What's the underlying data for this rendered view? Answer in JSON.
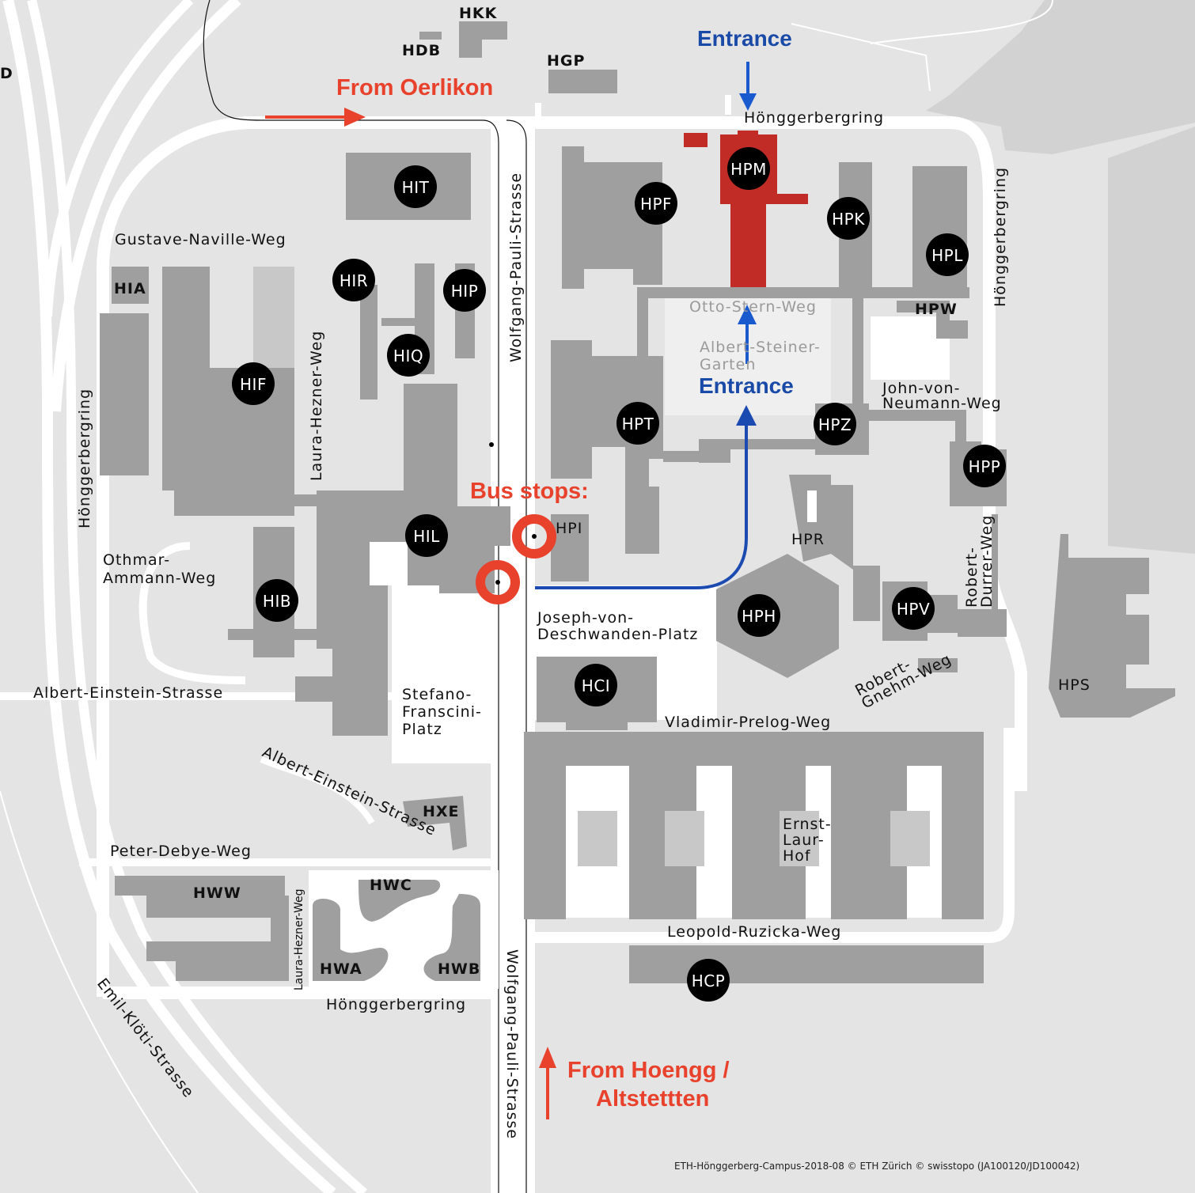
{
  "map_title": "ETH Hönggerberg Campus",
  "colors": {
    "background": "#e4e4e4",
    "building": "#9f9f9f",
    "highlight_building": "#c12d26",
    "road": "#ffffff",
    "annotation_red": "#e8412c",
    "annotation_blue": "#1a4aa8",
    "route_blue": "#1b4ab0",
    "badge": "#000000"
  },
  "annotations": {
    "from_oerlikon": "From Oerlikon",
    "entrance_top": "Entrance",
    "entrance_mid": "Entrance",
    "bus_stops": "Bus stops:",
    "from_hoengg_line1": "From  Hoengg /",
    "from_hoengg_line2": "Altstettten"
  },
  "highlighted_building": "HPM",
  "buildings_badged": [
    {
      "code": "HIT"
    },
    {
      "code": "HPM"
    },
    {
      "code": "HPF"
    },
    {
      "code": "HPK"
    },
    {
      "code": "HPL"
    },
    {
      "code": "HIR"
    },
    {
      "code": "HIP"
    },
    {
      "code": "HIQ"
    },
    {
      "code": "HIF"
    },
    {
      "code": "HPT"
    },
    {
      "code": "HPZ"
    },
    {
      "code": "HPP"
    },
    {
      "code": "HIL"
    },
    {
      "code": "HIB"
    },
    {
      "code": "HPH"
    },
    {
      "code": "HPV"
    },
    {
      "code": "HCI"
    },
    {
      "code": "HCP"
    }
  ],
  "buildings_plain": [
    {
      "code": "HKK"
    },
    {
      "code": "HDB"
    },
    {
      "code": "HGP"
    },
    {
      "code": "HIA"
    },
    {
      "code": "HPW"
    },
    {
      "code": "HPI"
    },
    {
      "code": "HPR"
    },
    {
      "code": "HPS"
    },
    {
      "code": "HXE"
    },
    {
      "code": "HWW"
    },
    {
      "code": "HWC"
    },
    {
      "code": "HWA"
    },
    {
      "code": "HWB"
    },
    {
      "code": "D"
    }
  ],
  "streets": {
    "hoenggerbergring_top": "Hönggerbergring",
    "hoenggerbergring_right": "Hönggerbergring",
    "hoenggerbergring_left": "Hönggerbergring",
    "hoenggerbergring_bottom": "Hönggerbergring",
    "gustave_naville": "Gustave-Naville-Weg",
    "wolfgang_pauli_top": "Wolfgang-Pauli-Strasse",
    "wolfgang_pauli_bottom": "Wolfgang-Pauli-Strasse",
    "laura_hezner_top": "Laura-Hezner-Weg",
    "laura_hezner_bottom": "Laura-Hezner-Weg",
    "otto_stern": "Otto-Stern-Weg",
    "albert_steiner_1": "Albert-Steiner-",
    "albert_steiner_2": "Garten",
    "john_von_neumann_1": "John-von-",
    "john_von_neumann_2": "Neumann-Weg",
    "othmar_ammann_1": "Othmar-",
    "othmar_ammann_2": "Ammann-Weg",
    "joseph_1": "Joseph-von-",
    "joseph_2": "Deschwanden-Platz",
    "robert_durrer_1": "Robert-",
    "robert_durrer_2": "Durrer-Weg",
    "robert_gnehm_1": "Robert-",
    "robert_gnehm_2": "Gnehm-Weg",
    "albert_einstein": "Albert-Einstein-Strasse",
    "albert_einstein_curved": "Albert-Einstein-Strasse",
    "stefano_1": "Stefano-",
    "stefano_2": "Franscini-",
    "stefano_3": "Platz",
    "vladimir_prelog": "Vladimir-Prelog-Weg",
    "ernst_1": "Ernst-",
    "ernst_2": "Laur-",
    "ernst_3": "Hof",
    "peter_debye": "Peter-Debye-Weg",
    "leopold_ruzicka": "Leopold-Ruzicka-Weg",
    "emil_kloeti": "Emil-Klöti-Strasse"
  },
  "footer": "ETH-Hönggerberg-Campus-2018-08  © ETH Zürich  © swisstopo (JA100120/JD100042)"
}
